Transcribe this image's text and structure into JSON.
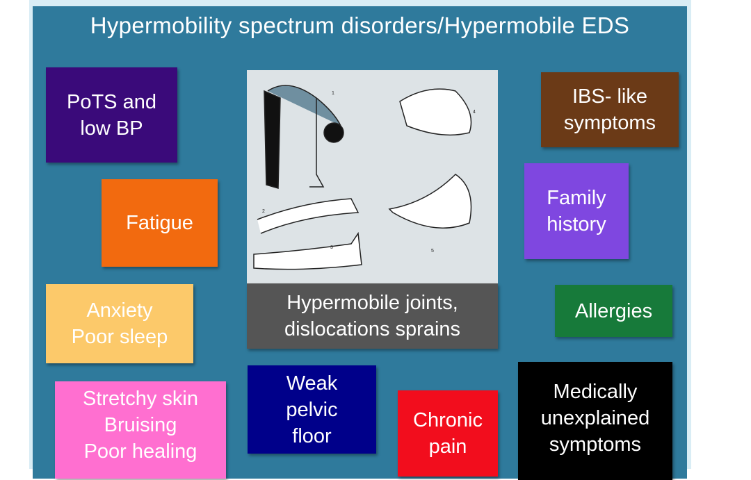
{
  "title": "Hypermobility spectrum disorders/Hypermobile EDS",
  "boxes": {
    "pots": {
      "label": "PoTS and\nlow BP",
      "color": "#3a0a7a"
    },
    "fatigue": {
      "label": "Fatigue",
      "color": "#f26a0f"
    },
    "anxiety": {
      "label": "Anxiety\nPoor sleep",
      "color": "#fcc96a"
    },
    "skin": {
      "label": "Stretchy skin\nBruising\nPoor healing",
      "color": "#ff6fd0"
    },
    "joints": {
      "label": "Hypermobile joints,\ndislocations sprains",
      "color": "#555555"
    },
    "pelvic": {
      "label": "Weak\npelvic\nfloor",
      "color": "#00008a"
    },
    "pain": {
      "label": "Chronic\npain",
      "color": "#f20d1d"
    },
    "ibs": {
      "label": "IBS- like\nsymptoms",
      "color": "#6b3a17"
    },
    "family": {
      "label": "Family\nhistory",
      "color": "#7f47e0"
    },
    "allergies": {
      "label": "Allergies",
      "color": "#177a3a"
    },
    "mus": {
      "label": "Medically\nunexplained\nsymptoms",
      "color": "#000000"
    }
  },
  "illustration": {
    "labels": [
      "1",
      "2",
      "3",
      "4",
      "5"
    ]
  }
}
